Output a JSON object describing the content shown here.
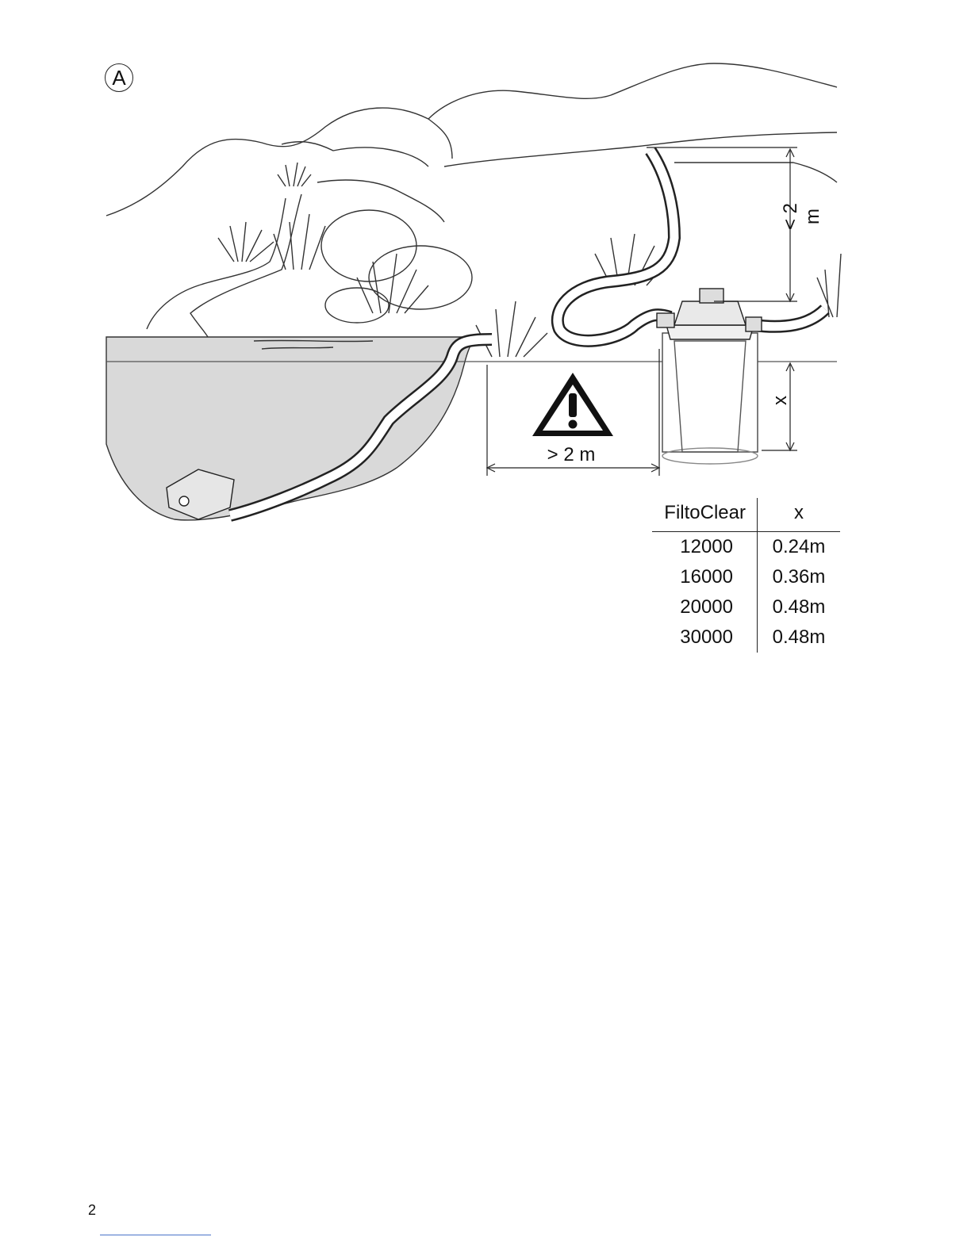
{
  "figure_label": "A",
  "dimensions": {
    "height_above_pond": "< 2 m",
    "distance_from_pond": "> 2 m",
    "embed_depth": "x"
  },
  "table": {
    "headers": [
      "FiltoClear",
      "x"
    ],
    "rows": [
      {
        "model": "12000",
        "x": "0.24m"
      },
      {
        "model": "16000",
        "x": "0.36m"
      },
      {
        "model": "20000",
        "x": "0.48m"
      },
      {
        "model": "30000",
        "x": "0.48m"
      }
    ]
  },
  "page_number": "2",
  "colors": {
    "water": "#d9d9d9",
    "line": "#222222",
    "footer_rule": "#4a73c9"
  },
  "icons": [
    "warning-triangle-icon",
    "pump-icon",
    "filter-icon",
    "plant-icon"
  ]
}
